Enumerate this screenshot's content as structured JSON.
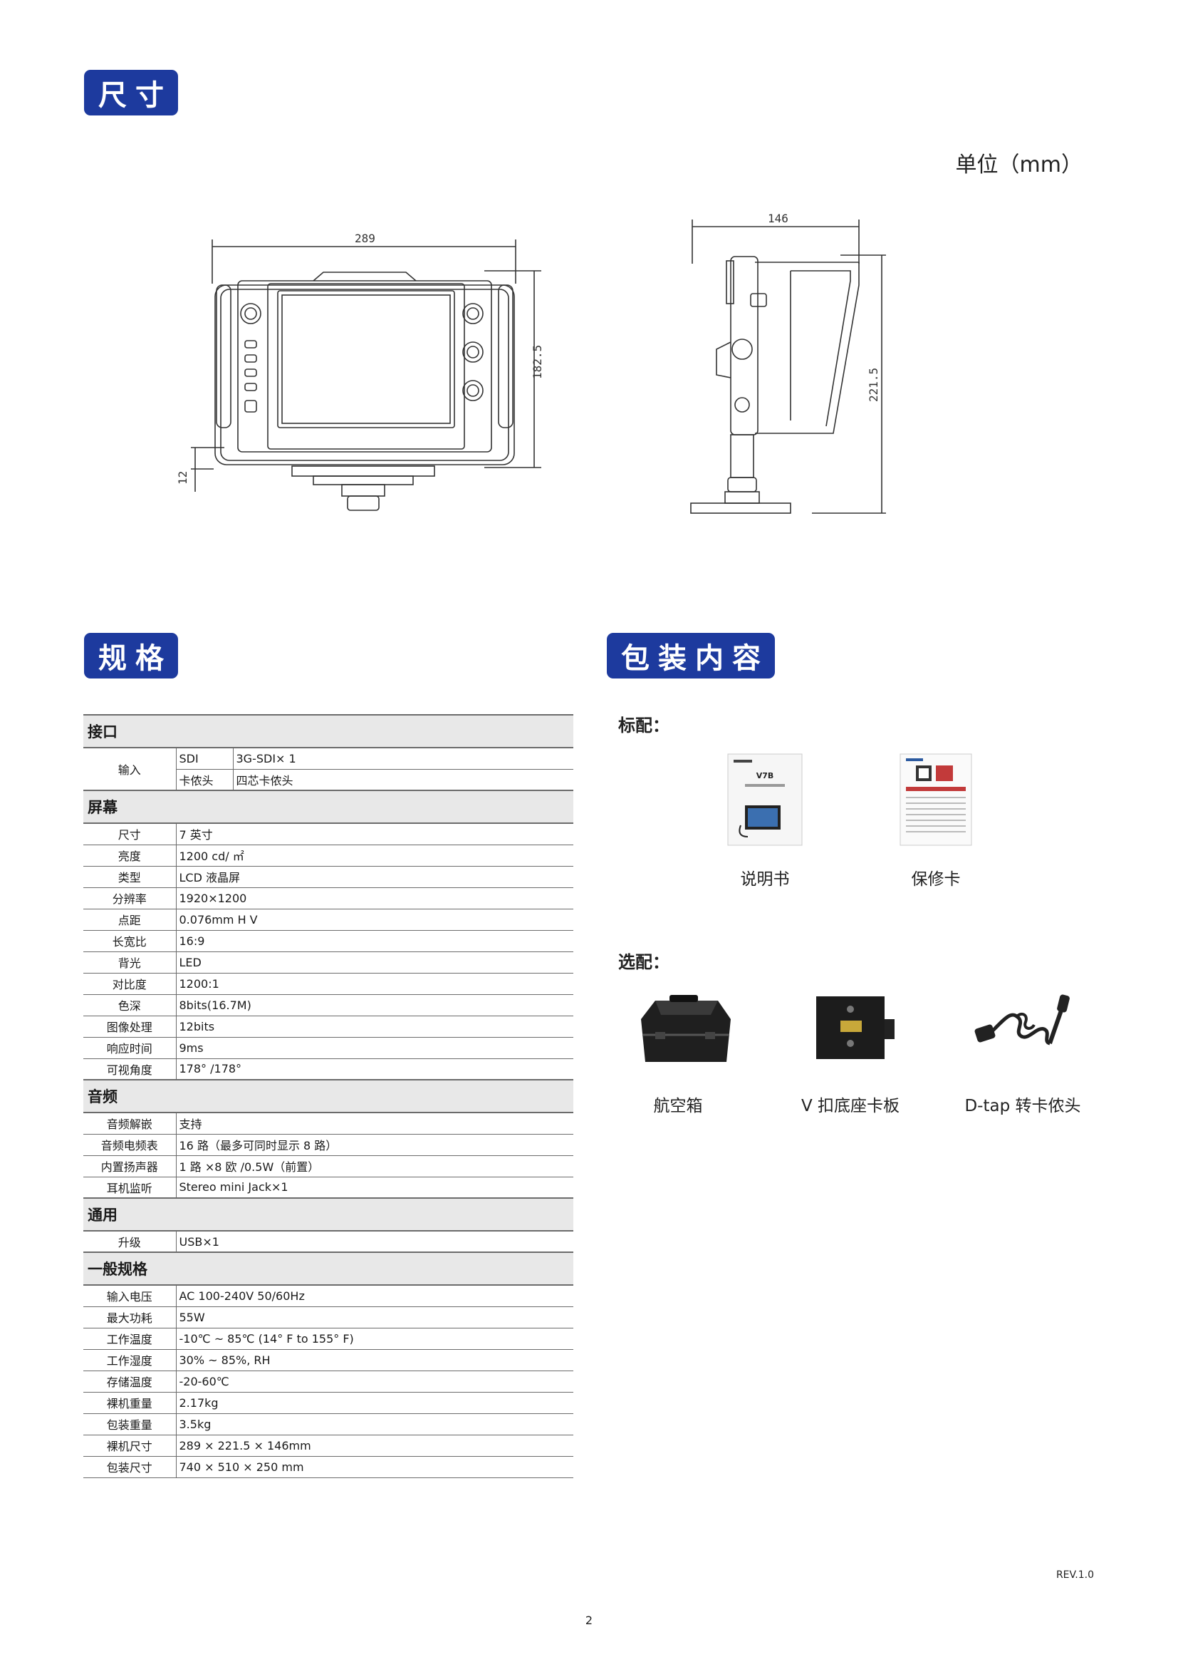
{
  "sections": {
    "dimensions": "尺寸",
    "specs": "规格",
    "package": "包装内容"
  },
  "unit": "单位（mm）",
  "drawing": {
    "front_width": "289",
    "front_height": "182.5",
    "front_base": "12",
    "side_width": "146",
    "side_height": "221.5"
  },
  "spec_table": {
    "interface": {
      "title": "接口",
      "input_label": "输入",
      "rows": [
        {
          "sub": "SDI",
          "value": "3G-SDI× 1"
        },
        {
          "sub": "卡侬头",
          "value": "四芯卡侬头"
        }
      ]
    },
    "screen": {
      "title": "屏幕",
      "rows": [
        {
          "label": "尺寸",
          "value": "7 英寸"
        },
        {
          "label": "亮度",
          "value": "1200 cd/ ㎡"
        },
        {
          "label": "类型",
          "value": "LCD 液晶屏"
        },
        {
          "label": "分辨率",
          "value": "1920×1200"
        },
        {
          "label": "点距",
          "value": "0.076mm H V"
        },
        {
          "label": "长宽比",
          "value": "16:9"
        },
        {
          "label": "背光",
          "value": "LED"
        },
        {
          "label": "对比度",
          "value": "1200:1"
        },
        {
          "label": "色深",
          "value": "8bits(16.7M)"
        },
        {
          "label": "图像处理",
          "value": "12bits"
        },
        {
          "label": "响应时间",
          "value": "9ms"
        },
        {
          "label": "可视角度",
          "value": "178° /178°"
        }
      ]
    },
    "audio": {
      "title": "音频",
      "rows": [
        {
          "label": "音频解嵌",
          "value": "支持"
        },
        {
          "label": "音频电频表",
          "value": "16 路（最多可同时显示 8 路）"
        },
        {
          "label": "内置扬声器",
          "value": "1 路 ×8 欧 /0.5W（前置）"
        },
        {
          "label": "耳机监听",
          "value": "Stereo mini Jack×1"
        }
      ]
    },
    "general": {
      "title": "通用",
      "rows": [
        {
          "label": "升级",
          "value": "USB×1"
        }
      ]
    },
    "general_specs": {
      "title": "一般规格",
      "rows": [
        {
          "label": "输入电压",
          "value": "AC 100-240V 50/60Hz"
        },
        {
          "label": "最大功耗",
          "value": "55W"
        },
        {
          "label": "工作温度",
          "value": "-10℃ ~ 85℃ (14° F to 155° F)"
        },
        {
          "label": "工作湿度",
          "value": "30% ~ 85%, RH"
        },
        {
          "label": "存储温度",
          "value": "-20-60℃"
        },
        {
          "label": "裸机重量",
          "value": "2.17kg"
        },
        {
          "label": "包装重量",
          "value": "3.5kg"
        },
        {
          "label": "裸机尺寸",
          "value": "289 × 221.5 × 146mm"
        },
        {
          "label": "包装尺寸",
          "value": "740 × 510 × 250 mm"
        }
      ]
    }
  },
  "package": {
    "standard_label": "标配：",
    "optional_label": "选配：",
    "manual_cover_title": "V7B",
    "standard_items": [
      {
        "name": "说明书",
        "icon": "manual-icon"
      },
      {
        "name": "保修卡",
        "icon": "warranty-card-icon"
      }
    ],
    "optional_items": [
      {
        "name": "航空箱",
        "icon": "case-icon"
      },
      {
        "name": "V 扣底座卡板",
        "icon": "v-mount-plate-icon"
      },
      {
        "name": "D-tap 转卡侬头",
        "icon": "dtap-cable-icon"
      }
    ]
  },
  "footer": {
    "revision": "REV.1.0",
    "page_number": "2"
  },
  "colors": {
    "badge": "#1d3a9e",
    "section_bg": "#e8e8e8",
    "line": "#6b6b6b"
  }
}
